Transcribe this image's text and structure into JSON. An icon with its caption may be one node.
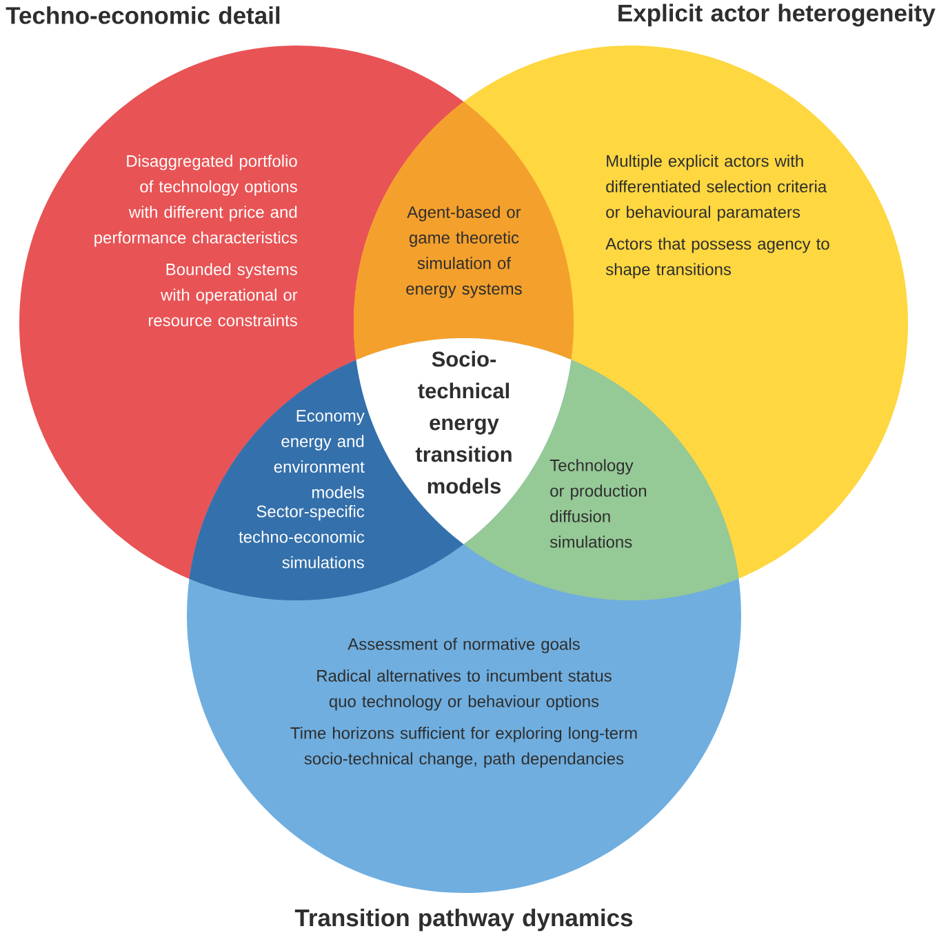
{
  "diagram": {
    "nodes": [
      {
        "text": [
          "Techno-economic detail",
          "Disaggregated portfolio of technology options with different price and performance characteristics",
          "Bounded systems with operational or resource constraints"
        ]
      },
      {
        "text": [
          "Explicit actor heterogeneity",
          "Multiple explicit actors with differentiated selection criteria or behavioural paramaters",
          "Actors that possess agency to shape transitions"
        ]
      },
      {
        "text": [
          "Assessment of normative goals",
          "Radical alternatives to incumbent status quo technology or behaviour options",
          "Time horizons sufficient for exploring long-term socio-technical change, path dependancies",
          "Transition pathway dynamics"
        ]
      },
      {
        "text": [
          "Agent-based or game theoretic simulation of energy systems"
        ]
      },
      {
        "text": [
          "Economy energy and environment models",
          "Sector-specific techno-economic simulations"
        ]
      },
      {
        "text": [
          "Technology or production diffusion simulations"
        ]
      },
      {
        "text": [
          "Socio-technical energy transition models"
        ]
      }
    ]
  }
}
